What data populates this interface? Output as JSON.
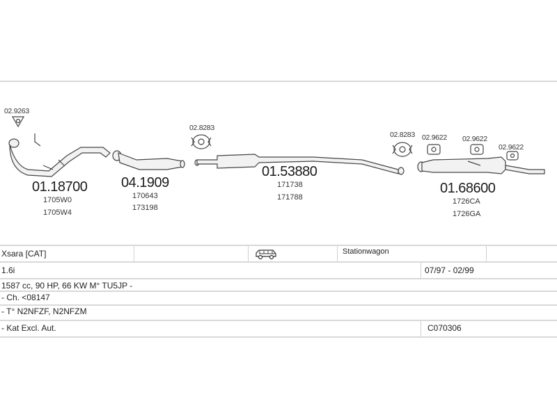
{
  "parts": {
    "p1": {
      "number": "01.18700",
      "refs": [
        "1705W0",
        "1705W4"
      ]
    },
    "p2": {
      "number": "04.1909",
      "refs": [
        "170643",
        "173198"
      ]
    },
    "p3": {
      "number": "01.53880",
      "refs": [
        "171738",
        "171788"
      ]
    },
    "p4": {
      "number": "01.68600",
      "refs": [
        "1726CA",
        "1726GA"
      ]
    }
  },
  "small_parts": {
    "s1": "02.9263",
    "s2": "02.8283",
    "s3": "02.8283",
    "s4": "02.9622",
    "s5": "02.9622",
    "s6": "02.9622"
  },
  "table": {
    "row1": {
      "model": "Xsara  [CAT]",
      "body": "Stationwagon"
    },
    "row2": {
      "engine": "1.6i",
      "period": "07/97 - 02/99"
    },
    "row3": {
      "spec": "1587 cc, 90 HP, 66 KW M° TU5JP -"
    },
    "row4": {
      "chassis": "- Ch. <08147"
    },
    "row5": {
      "type": "- T° N2NFZF, N2NFZM"
    },
    "row6": {
      "note": "- Kat Excl. Aut.",
      "code": "C070306"
    }
  },
  "icons": {
    "vehicle": "station-wagon-icon"
  }
}
